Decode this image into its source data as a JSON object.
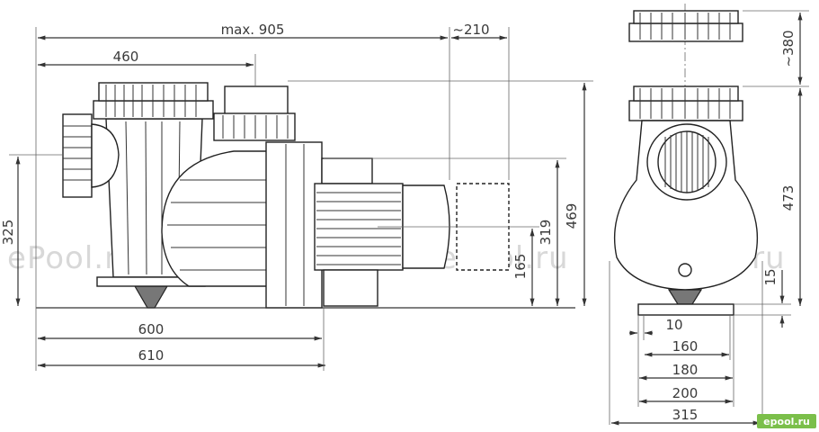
{
  "dimensions": {
    "max_length": "max. 905",
    "motor_overhang": "~210",
    "strainer_center": "460",
    "length_600": "600",
    "length_610": "610",
    "inlet_height": "325",
    "outlet_height": "469",
    "motor_height": "319",
    "base_height": "165",
    "lid_clearance": "~380",
    "front_height": "473",
    "foot_height": "15",
    "w10": "10",
    "w160": "160",
    "w180": "180",
    "w200": "200",
    "w315": "315"
  },
  "watermark": "ePool.ru",
  "brand_badge": "epool.ru"
}
